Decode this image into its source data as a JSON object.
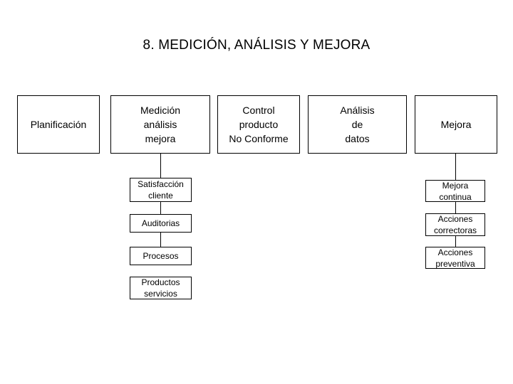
{
  "page": {
    "title": "8. MEDICIÓN, ANÁLISIS Y MEJORA",
    "background_color": "#ffffff",
    "text_color": "#000000",
    "border_color": "#000000"
  },
  "top_row": [
    {
      "lines": [
        "Planificación"
      ]
    },
    {
      "lines": [
        "Medición",
        "análisis",
        "mejora"
      ]
    },
    {
      "lines": [
        "Control",
        "producto",
        "No Conforme"
      ]
    },
    {
      "lines": [
        "Análisis",
        "de",
        "datos"
      ]
    },
    {
      "lines": [
        "Mejora"
      ]
    }
  ],
  "left_branch": [
    {
      "lines": [
        "Satisfacción",
        "cliente"
      ]
    },
    {
      "lines": [
        "Auditorias"
      ]
    },
    {
      "lines": [
        "Procesos"
      ]
    },
    {
      "lines": [
        "Productos",
        "servicios"
      ]
    }
  ],
  "right_branch": [
    {
      "lines": [
        "Mejora",
        "continua"
      ]
    },
    {
      "lines": [
        "Acciones",
        "correctoras"
      ]
    },
    {
      "lines": [
        "Acciones",
        "preventiva"
      ]
    }
  ]
}
